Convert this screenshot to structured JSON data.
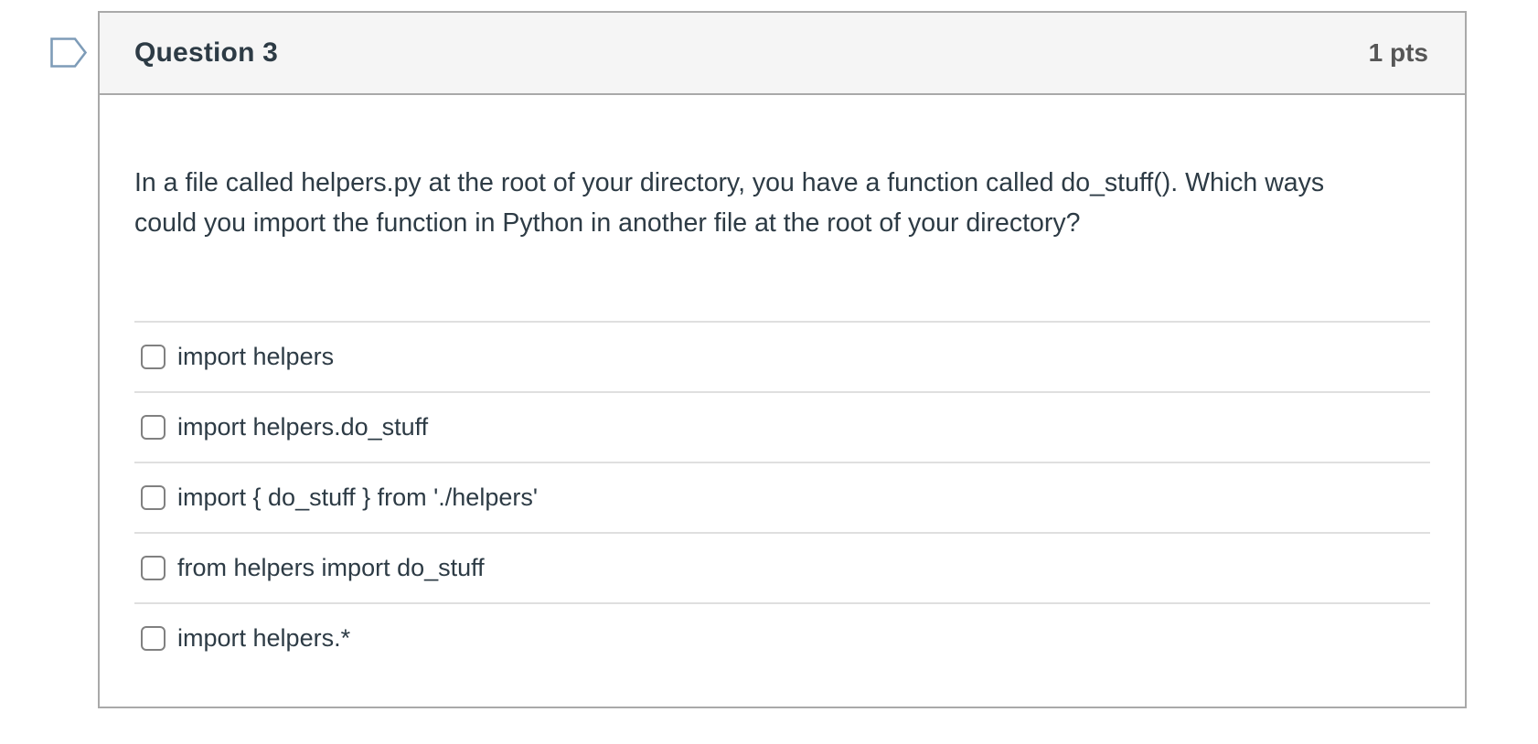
{
  "colors": {
    "card_border": "#a9a9a9",
    "header_background": "#f5f5f5",
    "divider": "#dfdfdf",
    "title_text": "#2d3b45",
    "points_text": "#565656",
    "flag_icon_stroke": "#7e9cb8",
    "checkbox_border": "#808080"
  },
  "icons": {
    "flag": "question-flag-icon"
  },
  "question": {
    "title": "Question 3",
    "points": "1 pts",
    "prompt": "In a file called helpers.py at the root of your directory, you have a function called do_stuff(). Which ways could you import the function in Python in another file at the root of your directory?",
    "options": [
      {
        "label": "import helpers",
        "checked": false
      },
      {
        "label": "import helpers.do_stuff",
        "checked": false
      },
      {
        "label": "import { do_stuff } from './helpers'",
        "checked": false
      },
      {
        "label": "from helpers import do_stuff",
        "checked": false
      },
      {
        "label": "import helpers.*",
        "checked": false
      }
    ]
  }
}
